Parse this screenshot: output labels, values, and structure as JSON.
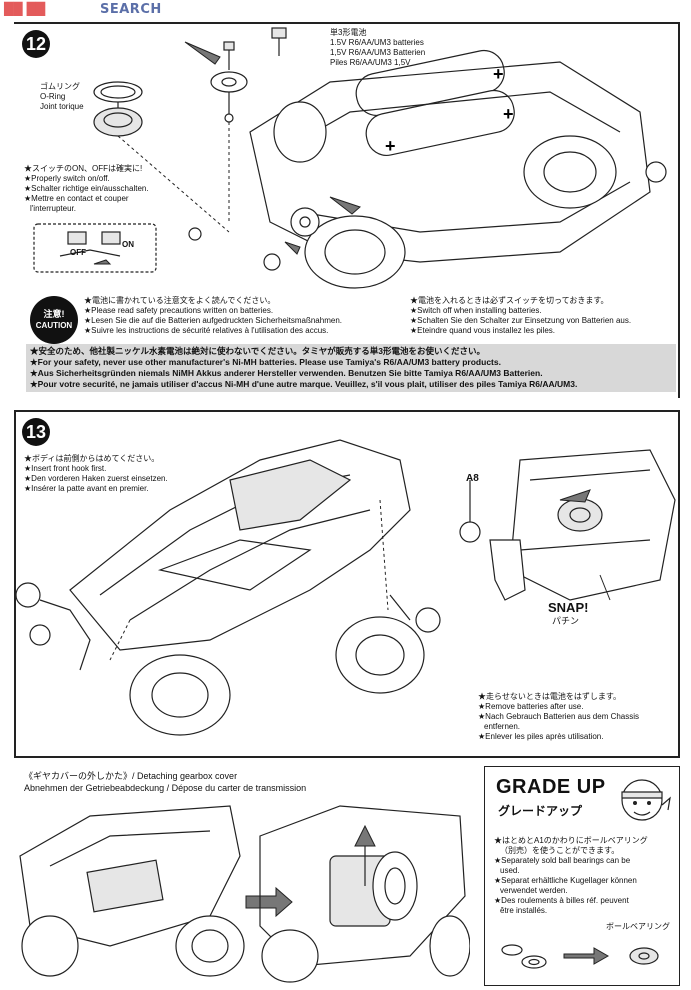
{
  "watermark": "SEARCH",
  "step12": {
    "number": "12",
    "battery_label": [
      "単3形電池",
      "1.5V R6/AA/UM3 batteries",
      "1,5V R6/AA/UM3 Batterien",
      "Piles R6/AA/UM3 1,5V"
    ],
    "oring_label": [
      "ゴムリング",
      "O-Ring",
      "Joint torique"
    ],
    "switch_notes": [
      "★スイッチのON、OFFは確実に!",
      "★Properly switch on/off.",
      "★Schalter richtige ein/ausschalten.",
      "★Mettre en contact et couper",
      "l'interrupteur."
    ],
    "switch_on": "ON",
    "switch_off": "OFF",
    "caution_badge": [
      "注意!",
      "CAUTION"
    ],
    "caution_left": [
      "★電池に書かれている注意文をよく読んでください。",
      "★Please read safety precautions written on batteries.",
      "★Lesen Sie die auf die Batterien aufgedruckten Sicherheitsmaßnahmen.",
      "★Suivre les instructions de sécurité relatives à l'utilisation des accus."
    ],
    "caution_right": [
      "★電池を入れるときは必ずスイッチを切っておきます。",
      "★Switch off when installing batteries.",
      "★Schalten Sie den Schalter zur Einsetzung von Batterien aus.",
      "★Eteindre quand vous installez les piles."
    ],
    "warning": [
      "★安全のため、他社製ニッケル水素電池は絶対に使わないでください。タミヤが販売する単3形電池をお使いください。",
      "★For your safety, never use other manufacturer's Ni-MH batteries. Please use Tamiya's R6/AA/UM3 battery products.",
      "★Aus Sicherheitsgründen niemals NiMH Akkus anderer Hersteller verwenden. Benutzen Sie bitte Tamiya R6/AA/UM3 Batterien.",
      "★Pour votre securité, ne jamais utiliser d'accus Ni-MH d'une autre marque. Veuillez, s'il vous plait, utiliser des piles Tamiya R6/AA/UM3."
    ]
  },
  "step13": {
    "number": "13",
    "body_notes": [
      "★ボディは前側からはめてください。",
      "★Insert front hook first.",
      "★Den vorderen Haken zuerst einsetzen.",
      "★Insérer la patte avant en premier."
    ],
    "part_label": "A8",
    "snap_en": "SNAP!",
    "snap_jp": "パチン",
    "remove_notes": [
      "★走らせないときは電池をはずします。",
      "★Remove batteries after use.",
      "★Nach Gebrauch Batterien aus dem Chassis",
      "entfernen.",
      "★Enlever les piles après utilisation."
    ]
  },
  "gearbox": {
    "title_line1": "《ギヤカバーの外しかた》/ Detaching gearbox cover",
    "title_line2": "Abnehmen der Getriebeabdeckung / Dépose du carter de transmission"
  },
  "grade_up": {
    "title": "GRADE UP",
    "subtitle": "グレードアップ",
    "notes": [
      "★はとめとA1のかわりにボールベアリング",
      "（別売）を使うことができます。",
      "★Separately sold ball bearings can be",
      "used.",
      "★Separat erhältliche Kugellager können",
      "verwendet werden.",
      "★Des roulements à billes réf. peuvent",
      "être installés."
    ],
    "bearing_label": "ボールベアリング"
  }
}
